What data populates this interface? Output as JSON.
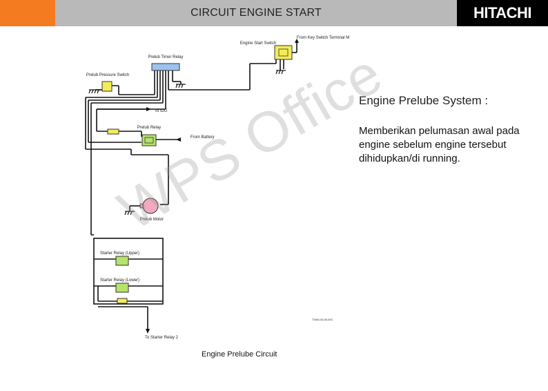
{
  "header": {
    "title": "CIRCUIT ENGINE START",
    "logo": "HITACHI"
  },
  "diagram": {
    "labels": {
      "prelub_timer_relay": "Prelub Timer Relay",
      "prelub_pressure_switch": "Prelub Pressure Switch",
      "engine_start_switch": "Engine Start Switch",
      "from_key_switch": "From Key Switch Terminal M",
      "to_idu": "To IDU",
      "prelub_relay": "Prelub Relay",
      "from_battery": "From Battery",
      "prelub_motor": "Prelub Motor",
      "starter_relay_upper": "Starter Relay (Upper)",
      "starter_relay_lower": "Starter Relay (Lower)",
      "to_starter_relay": "To Starter Relay 2",
      "code": "T1M4-03-06-04C"
    },
    "caption": "Engine Prelube Circuit"
  },
  "side": {
    "heading": "Engine Prelube System :",
    "body": "Memberikan pelumasan awal pada engine sebelum engine tersebut dihidupkan/di running."
  },
  "watermark": "WPS Office",
  "colors": {
    "accent": "#f47b20",
    "header_bar": "#b9b9b9",
    "relay_blue": "#9cc3ee",
    "relay_yellow": "#f2ec5a",
    "relay_green": "#b5e36b",
    "motor_pink": "#f3a9bf"
  }
}
